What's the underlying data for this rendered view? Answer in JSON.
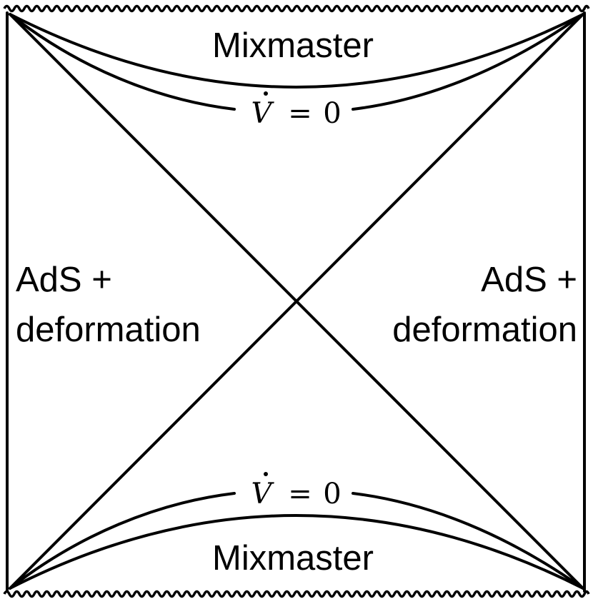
{
  "labels": {
    "top_region": "Mixmaster",
    "bottom_region": "Mixmaster",
    "top_curve": "0",
    "bottom_curve": "0",
    "curve_var": "V",
    "curve_eq": "=",
    "left_line1": "AdS +",
    "left_line2": "deformation",
    "right_line1": "AdS +",
    "right_line2": "deformation"
  },
  "colors": {
    "stroke": "#000000",
    "background": "#ffffff"
  }
}
